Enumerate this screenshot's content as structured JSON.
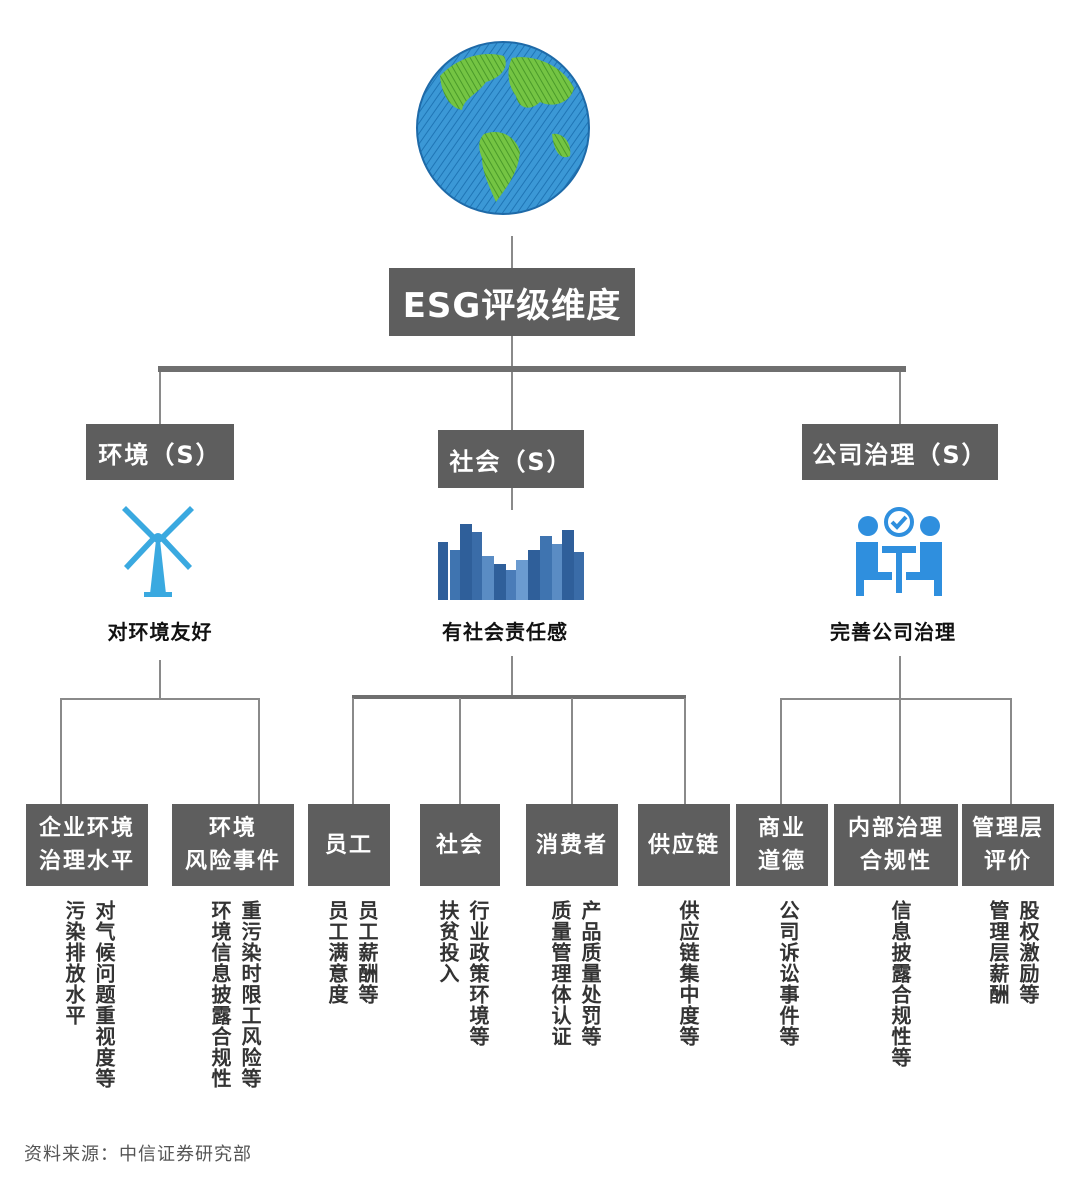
{
  "title": "ESG评级维度",
  "categories": [
    {
      "label": "环境（S）",
      "subtitle": "对环境友好"
    },
    {
      "label": "社会（S）",
      "subtitle": "有社会责任感"
    },
    {
      "label": "公司治理（S）",
      "subtitle": "完善公司治理"
    }
  ],
  "leaves": [
    {
      "label_lines": [
        "企业环境",
        "治理水平"
      ],
      "columns": [
        "对气候问题重视度等",
        "污染排放水平"
      ]
    },
    {
      "label_lines": [
        "环境",
        "风险事件"
      ],
      "columns": [
        "重污染时限工风险等",
        "环境信息披露合规性"
      ]
    },
    {
      "label_lines": [
        "员工"
      ],
      "columns": [
        "员工薪酬等",
        "员工满意度"
      ]
    },
    {
      "label_lines": [
        "社会"
      ],
      "columns": [
        "行业政策环境等",
        "扶贫投入"
      ]
    },
    {
      "label_lines": [
        "消费者"
      ],
      "columns": [
        "产品质量处罚等",
        "质量管理体认证"
      ]
    },
    {
      "label_lines": [
        "供应链"
      ],
      "columns": [
        "供应链集中度等"
      ]
    },
    {
      "label_lines": [
        "商业",
        "道德"
      ],
      "columns": [
        "公司诉讼事件等"
      ]
    },
    {
      "label_lines": [
        "内部治理",
        "合规性"
      ],
      "columns": [
        "信息披露合规性等"
      ]
    },
    {
      "label_lines": [
        "管理层",
        "评价"
      ],
      "columns": [
        "股权激励等",
        "管理层薪酬"
      ]
    }
  ],
  "source": "资料来源：中信证券研究部",
  "colors": {
    "box": "#5e5e5e",
    "globe_ocean": "#2e8fcf",
    "globe_land": "#6cbf3f",
    "turbine": "#3aa9e0",
    "city": "#2f5f9a",
    "people": "#2f8fde"
  }
}
